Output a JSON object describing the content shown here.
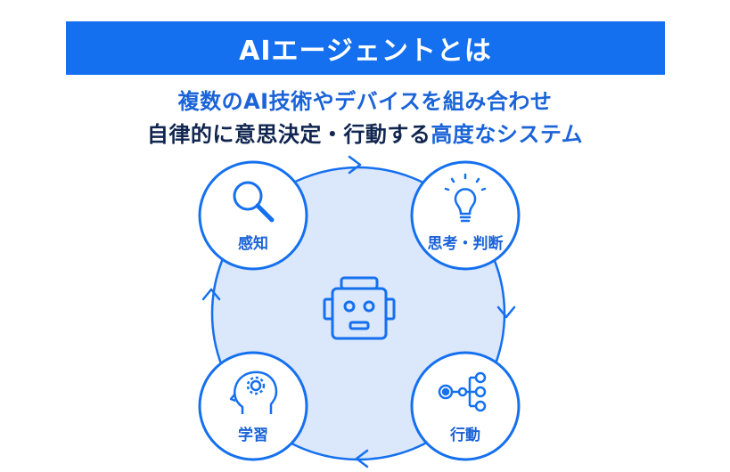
{
  "header": {
    "title": "AIエージェントとは"
  },
  "subtitle": {
    "line1": "複数のAI技術やデバイスを組み合わせ",
    "line2_prefix": "自律的に意思決定・行動する",
    "line2_highlight": "高度なシステム"
  },
  "nodes": [
    {
      "label": "感知",
      "icon": "magnifier-icon"
    },
    {
      "label": "思考・判断",
      "icon": "lightbulb-icon"
    },
    {
      "label": "行動",
      "icon": "network-icon"
    },
    {
      "label": "学習",
      "icon": "head-gear-icon"
    }
  ],
  "center": {
    "icon": "robot-icon"
  },
  "colors": {
    "primary": "#1570ef",
    "text_blue": "#1a63d8",
    "text_dark": "#10254f",
    "circle_fill": "#dbe7fb"
  }
}
